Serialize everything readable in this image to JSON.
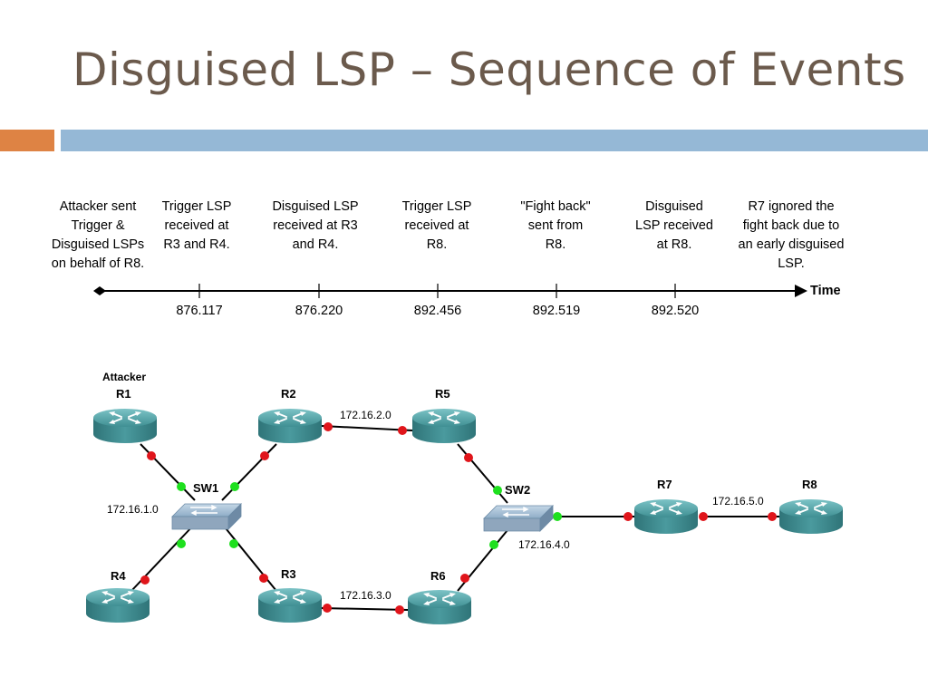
{
  "title": "Disguised LSP – Sequence of Events",
  "timeline": {
    "axis_label": "Time",
    "events": [
      {
        "lines": [
          "Attacker sent",
          "Trigger &",
          "Disguised LSPs",
          "on behalf of R8."
        ]
      },
      {
        "lines": [
          "Trigger LSP",
          "received at",
          "R3 and R4."
        ],
        "timestamp": "876.117"
      },
      {
        "lines": [
          "Disguised LSP",
          "received at R3",
          "and R4."
        ],
        "timestamp": "876.220"
      },
      {
        "lines": [
          "Trigger LSP",
          "received at",
          "R8."
        ],
        "timestamp": "892.456"
      },
      {
        "lines": [
          "\"Fight back\"",
          "sent from",
          "R8."
        ],
        "timestamp": "892.519"
      },
      {
        "lines": [
          "Disguised",
          "LSP received",
          "at R8."
        ],
        "timestamp": "892.520"
      },
      {
        "lines": [
          "R7 ignored the",
          "fight back due to",
          "an early disguised",
          "LSP."
        ]
      }
    ]
  },
  "network": {
    "attacker_label": "Attacker",
    "routers": {
      "r1": "R1",
      "r2": "R2",
      "r3": "R3",
      "r4": "R4",
      "r5": "R5",
      "r6": "R6",
      "r7": "R7",
      "r8": "R8"
    },
    "switches": {
      "sw1": "SW1",
      "sw2": "SW2"
    },
    "subnets": {
      "s1": "172.16.1.0",
      "s2": "172.16.2.0",
      "s3": "172.16.3.0",
      "s4": "172.16.4.0",
      "s5": "172.16.5.0"
    }
  },
  "colors": {
    "title": "#6b5a4c",
    "accent_orange": "#de8344",
    "accent_blue": "#95b8d6",
    "router_fill": "#3e8a8e",
    "port_up": "#1ee01e",
    "port_down": "#e0151b"
  }
}
